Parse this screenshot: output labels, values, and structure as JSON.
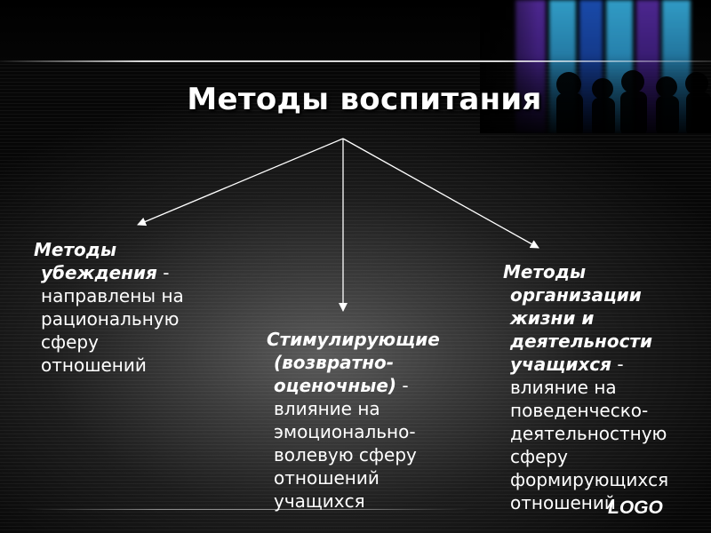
{
  "slide": {
    "title": "Методы воспитания",
    "logo": "LOGO",
    "colors": {
      "background": "#000000",
      "text": "#ffffff",
      "arrow": "#ffffff",
      "accent_cyan": "#3ab7e8",
      "accent_blue": "#1f58c8",
      "accent_violet": "#5a2ea8"
    }
  },
  "diagram": {
    "root": "Методы воспитания",
    "branches": [
      {
        "lead_lines": [
          "Методы",
          "убеждения"
        ],
        "separator": " -",
        "desc_lines": [
          "направлены на",
          "рациональную",
          "сферу",
          "отношений"
        ]
      },
      {
        "lead_lines": [
          "Стимулирующие",
          "(возвратно-",
          "оценочные)"
        ],
        "separator": " -",
        "desc_lines": [
          "влияние на",
          "эмоционально-",
          "волевую сферу",
          "отношений",
          "учащихся"
        ]
      },
      {
        "lead_lines": [
          "Методы",
          "организации",
          "жизни и",
          "деятельности",
          "учащихся"
        ],
        "separator": " -",
        "desc_lines": [
          "влияние на",
          "поведенческо-",
          "деятельностную",
          "сферу",
          "формирующихся",
          "отношений"
        ]
      }
    ]
  }
}
